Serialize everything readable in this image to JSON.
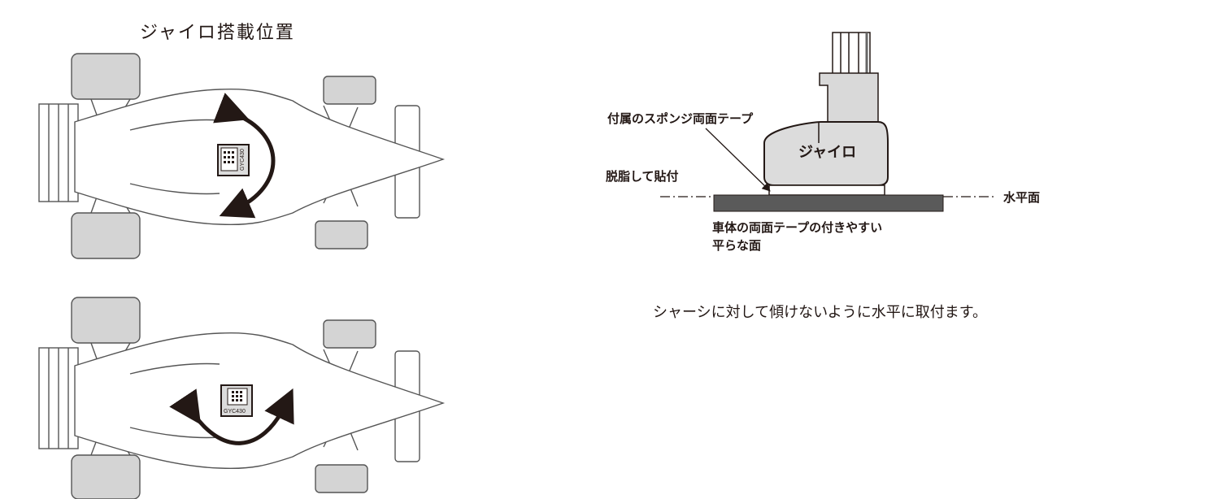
{
  "left": {
    "title": "ジャイロ搭載位置",
    "gyro_top_text": "GYC430",
    "gyro_bottom_text": "GYC430"
  },
  "right": {
    "gyro_label": "ジャイロ",
    "tape_label": "付属のスポンジ両面テープ",
    "degrease_label": "脱脂して貼付",
    "level_label": "水平面",
    "surface_label_line1": "車体の両面テープの付きやすい",
    "surface_label_line2": "平らな面",
    "note": "シャーシに対して傾けないように水平に取付ます。"
  },
  "colors": {
    "line": "#231815",
    "wheel_fill": "#d4d4d4",
    "body_fill": "#ffffff",
    "gyro_fill": "#dcdcdc",
    "base_fill": "#5a5a5a"
  }
}
